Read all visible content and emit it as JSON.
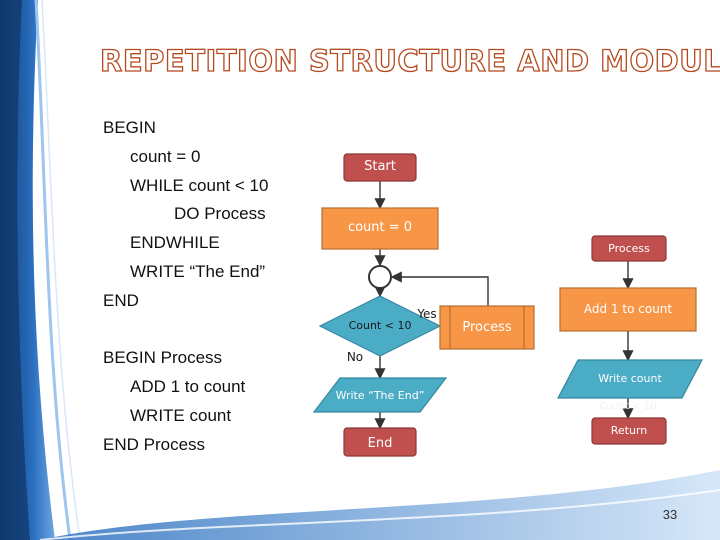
{
  "title": "REPETITION STRUCTURE AND MODULE",
  "pseudocode": {
    "main": [
      "BEGIN",
      "count = 0",
      "WHILE count < 10",
      "DO Process",
      "ENDWHILE",
      "WRITE “The End”",
      "END"
    ],
    "process": [
      "BEGIN Process",
      "ADD 1 to count",
      "WRITE count",
      "END Process"
    ]
  },
  "flowchart_main": {
    "start": "Start",
    "init": "count = 0",
    "decision": "Count < 10",
    "yes_label": "Yes",
    "no_label": "No",
    "process": "Process",
    "write": "Write “The End”",
    "end": "End"
  },
  "flowchart_process": {
    "start": "Process",
    "add": "Add 1 to count",
    "write": "Write count",
    "hidden_text": "Count < 10",
    "return": "Return"
  },
  "colors": {
    "terminal_fill": "#c0504d",
    "process_fill": "#f79646",
    "io_fill": "#4bacc6",
    "title_outline": "#b44a1f",
    "background_blue": "#1f5fa8"
  },
  "page_number": "33"
}
